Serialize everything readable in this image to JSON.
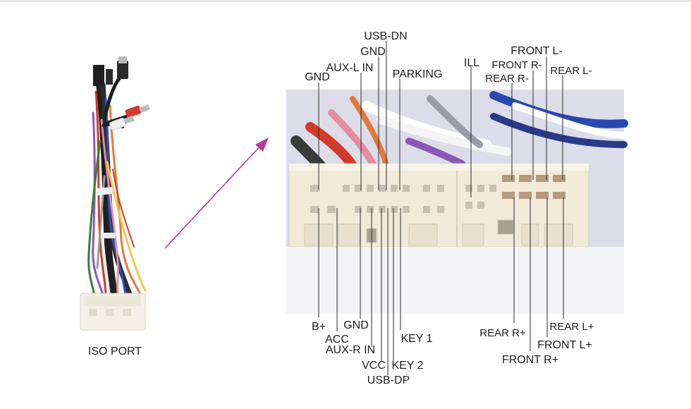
{
  "harness": {
    "caption": "ISO PORT"
  },
  "connector_pins_top": [
    {
      "id": "gnd-top",
      "label": "GND"
    },
    {
      "id": "aux-l-in",
      "label": "AUX-L IN"
    },
    {
      "id": "gnd-usb",
      "label": "GND"
    },
    {
      "id": "usb-dn",
      "label": "USB-DN"
    },
    {
      "id": "parking",
      "label": "PARKING"
    },
    {
      "id": "ill",
      "label": "ILL"
    },
    {
      "id": "rear-r-minus",
      "label": "REAR R-"
    },
    {
      "id": "front-r-minus",
      "label": "FRONT R-"
    },
    {
      "id": "front-l-minus",
      "label": "FRONT L-"
    },
    {
      "id": "rear-l-minus",
      "label": "REAR L-"
    }
  ],
  "connector_pins_bottom": [
    {
      "id": "b-plus",
      "label": "B+"
    },
    {
      "id": "acc",
      "label": "ACC"
    },
    {
      "id": "gnd-bottom",
      "label": "GND"
    },
    {
      "id": "aux-r-in",
      "label": "AUX-R IN"
    },
    {
      "id": "vcc",
      "label": "VCC"
    },
    {
      "id": "usb-dp",
      "label": "USB-DP"
    },
    {
      "id": "key-2",
      "label": "KEY 2"
    },
    {
      "id": "key-1",
      "label": "KEY 1"
    },
    {
      "id": "rear-r-plus",
      "label": "REAR R+"
    },
    {
      "id": "front-r-plus",
      "label": "FRONT R+"
    },
    {
      "id": "front-l-plus",
      "label": "FRONT L+"
    },
    {
      "id": "rear-l-plus",
      "label": "REAR L+"
    }
  ],
  "colors": {
    "arrow": "#c0399a",
    "connector": "#f1ead9",
    "photo_bg": "#dcdde8",
    "wire_blue": "#2a48b4",
    "wire_red": "#d23a2a",
    "wire_orange": "#e07a3c",
    "wire_purple": "#8c57b8",
    "wire_pink": "#e58da0"
  }
}
